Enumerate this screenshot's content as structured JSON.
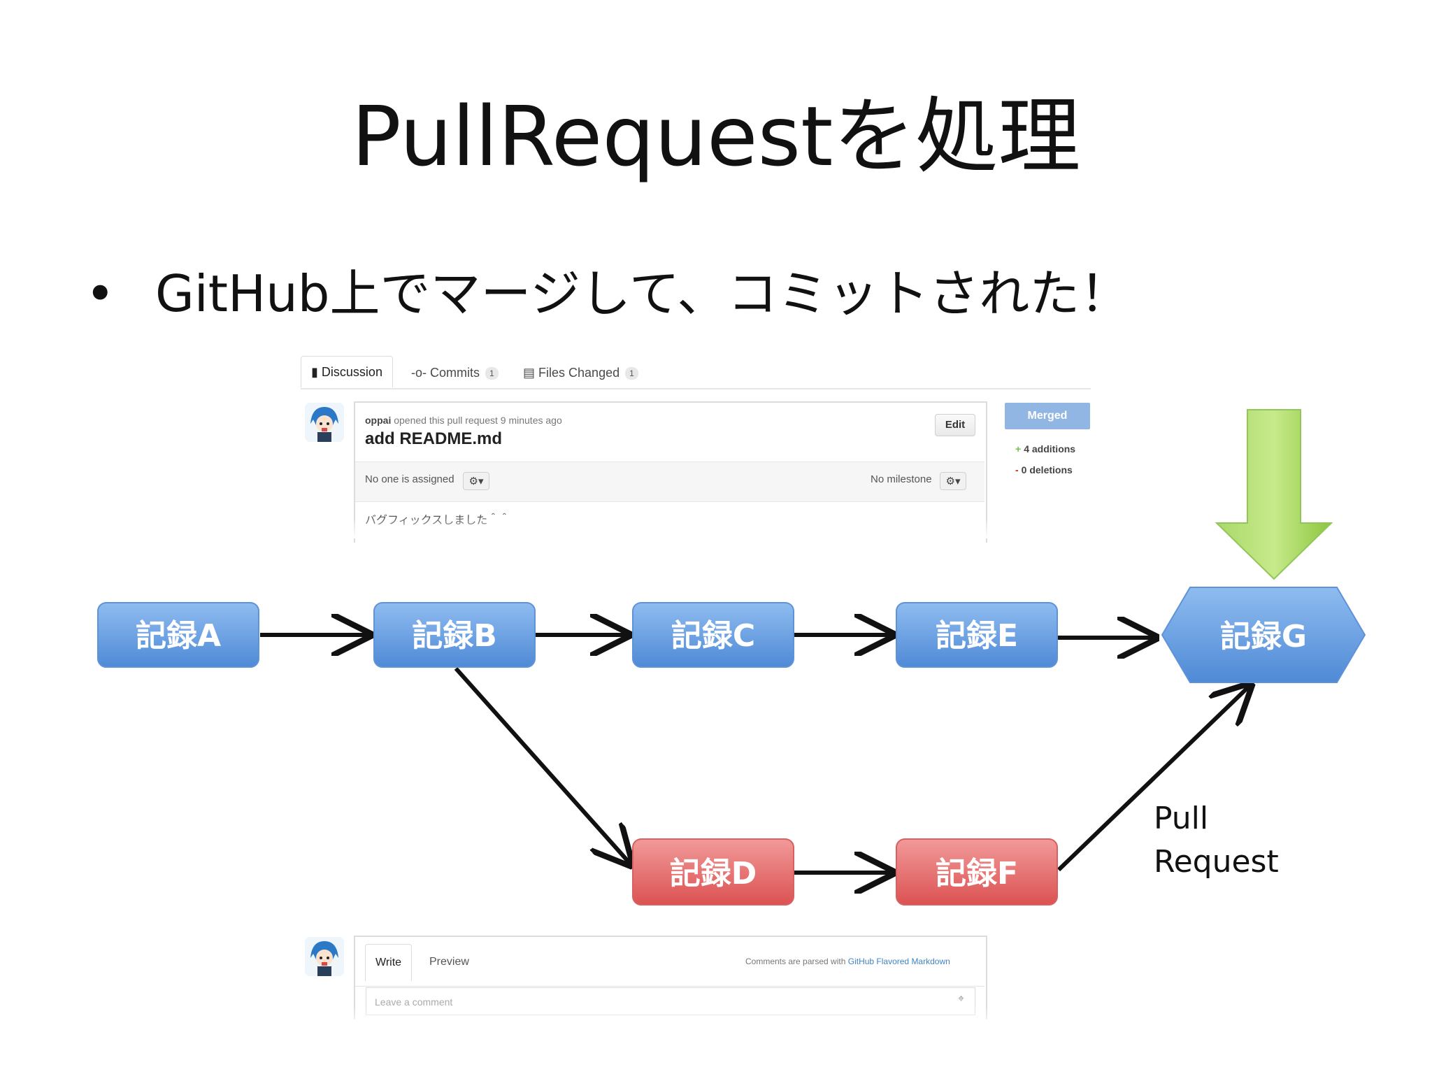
{
  "slide": {
    "title": "PullRequestを処理",
    "bullet": "GitHub上でマージして、コミットされた！"
  },
  "github": {
    "tabs": [
      {
        "label": "Discussion",
        "icon": "discussion-icon"
      },
      {
        "label": "Commits",
        "count": "1",
        "icon": "commits-icon"
      },
      {
        "label": "Files Changed",
        "count": "1",
        "icon": "files-icon"
      }
    ],
    "pr": {
      "author": "oppai",
      "meta_rest": "opened this pull request 9 minutes ago",
      "title": "add README.md",
      "edit_label": "Edit",
      "assignee_text": "No one is assigned",
      "milestone_text": "No milestone",
      "body": "バグフィックスしました＾＾"
    },
    "sidebar": {
      "status": "Merged",
      "additions": "4 additions",
      "deletions": "0 deletions"
    },
    "composer": {
      "write_tab": "Write",
      "preview_tab": "Preview",
      "hint_prefix": "Comments are parsed with ",
      "hint_link": "GitHub Flavored Markdown",
      "placeholder": "Leave a comment"
    },
    "colors": {
      "merged": "#92b6e3",
      "link": "#4183c4",
      "additions": "#6cc644"
    }
  },
  "diagram": {
    "nodes": [
      {
        "id": "A",
        "label": "記録A",
        "color": "blue"
      },
      {
        "id": "B",
        "label": "記録B",
        "color": "blue"
      },
      {
        "id": "C",
        "label": "記録C",
        "color": "blue"
      },
      {
        "id": "E",
        "label": "記録E",
        "color": "blue"
      },
      {
        "id": "G",
        "label": "記録G",
        "color": "blue",
        "shape": "hexagon"
      },
      {
        "id": "D",
        "label": "記録D",
        "color": "red"
      },
      {
        "id": "F",
        "label": "記録F",
        "color": "red"
      }
    ],
    "edges": [
      [
        "A",
        "B"
      ],
      [
        "B",
        "C"
      ],
      [
        "C",
        "E"
      ],
      [
        "E",
        "G"
      ],
      [
        "B",
        "D"
      ],
      [
        "D",
        "F"
      ],
      [
        "F",
        "G"
      ]
    ],
    "edge_label": "Pull\nRequest",
    "colors": {
      "blue": "#6fa3e4",
      "red": "#e96b6b",
      "arrow": "#8cc63f"
    }
  }
}
